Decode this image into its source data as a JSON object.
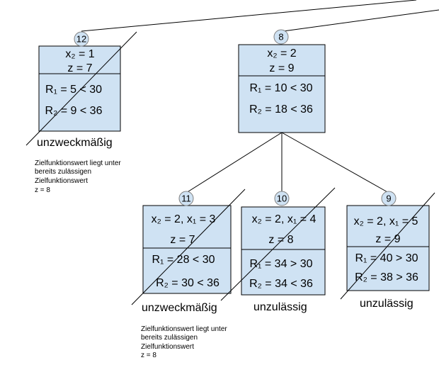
{
  "nodes": {
    "n12": {
      "badge": "12",
      "line1": "x₂ = 1",
      "line2": "z = 7",
      "line3": "R₁ = 5 < 30",
      "line4": "R₂ = 9 < 36"
    },
    "n8": {
      "badge": "8",
      "line1": "x₂ = 2",
      "line2": "z = 9",
      "line3": "R₁ = 10 < 30",
      "line4": "R₂ = 18 < 36"
    },
    "n11": {
      "badge": "11",
      "line1": "x₂ = 2, x₁ = 3",
      "line2": "z = 7",
      "line3": "R₁ = 28 < 30",
      "line4": "R₂ = 30 < 36"
    },
    "n10": {
      "badge": "10",
      "line1": "x₂ = 2, x₁ = 4",
      "line2": "z = 8",
      "line3": "R₁ = 34 > 30",
      "line4": "R₂ = 34 < 36"
    },
    "n9": {
      "badge": "9",
      "line1": "x₂ = 2, x₁ = 5",
      "line2": "z = 9",
      "line3": "R₁ = 40 > 30",
      "line4": "R₂ = 38 > 36"
    }
  },
  "status": {
    "n12": "unzweckmäßig",
    "n11": "unzweckmäßig",
    "n10": "unzulässig",
    "n9": "unzulässig"
  },
  "notes": {
    "n12": [
      "Zielfunktionswert liegt unter",
      "bereits zulässigen",
      "Zielfunktionswert",
      "z = 8"
    ],
    "n11": [
      "Zielfunktionswert liegt unter",
      "bereits zulässigen",
      "Zielfunktionswert",
      "z = 8"
    ]
  },
  "colors": {
    "box_fill": "#cfe2f3",
    "badge_stroke": "#808080",
    "line": "#000000"
  }
}
